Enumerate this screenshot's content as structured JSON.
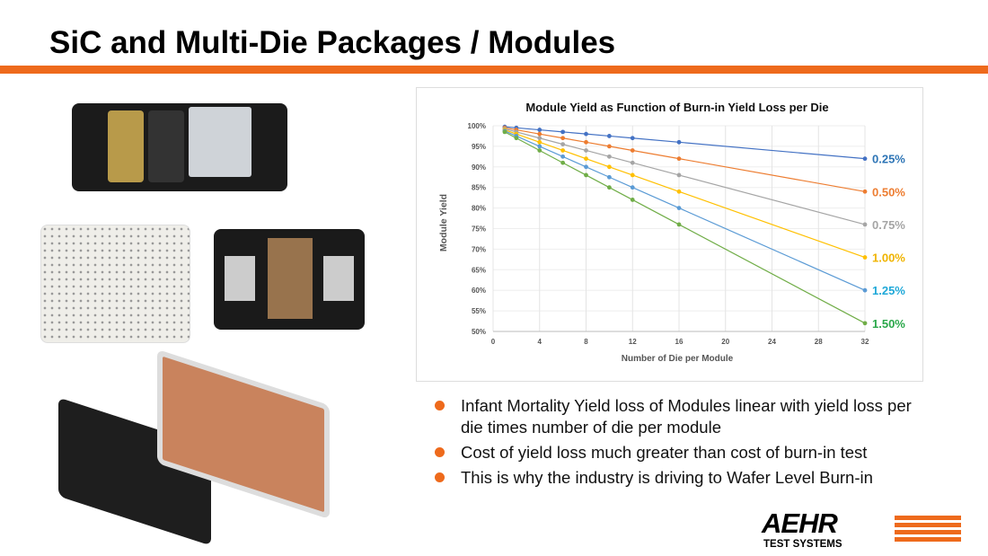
{
  "slide": {
    "title": "SiC and Multi-Die Packages / Modules"
  },
  "bullets": [
    "Infant Mortality Yield loss of Modules linear with yield loss per die times number of die per module",
    "Cost of yield loss much greater than cost of burn-in test",
    "This is why the industry is driving to Wafer Level Burn-in"
  ],
  "logo": {
    "name": "AEHR",
    "subtitle": "TEST SYSTEMS"
  },
  "colors": {
    "accent": "#ee6a1c"
  },
  "chart_data": {
    "type": "line",
    "title": "Module Yield as Function of Burn-in Yield Loss per Die",
    "xlabel": "Number of Die per Module",
    "ylabel": "Module Yield",
    "xlim": [
      0,
      32
    ],
    "ylim": [
      50,
      100
    ],
    "xticks": [
      "0",
      "4",
      "8",
      "12",
      "16",
      "20",
      "24",
      "28",
      "32"
    ],
    "yticks": [
      "50%",
      "55%",
      "60%",
      "65%",
      "70%",
      "75%",
      "80%",
      "85%",
      "90%",
      "95%",
      "100%"
    ],
    "grid": true,
    "x": [
      1,
      2,
      4,
      6,
      8,
      10,
      12,
      16,
      32
    ],
    "series": [
      {
        "name": "0.25%",
        "color": "#4472c4",
        "label_color": "#2e75b6",
        "values": [
          99.75,
          99.5,
          99,
          98.5,
          98,
          97.5,
          97,
          96,
          92
        ]
      },
      {
        "name": "0.50%",
        "color": "#ed7d31",
        "label_color": "#ed7d31",
        "values": [
          99.5,
          99,
          98,
          97,
          96,
          95,
          94,
          92,
          84
        ]
      },
      {
        "name": "0.75%",
        "color": "#a5a5a5",
        "label_color": "#a5a5a5",
        "values": [
          99.25,
          98.5,
          97,
          95.5,
          94,
          92.5,
          91,
          88,
          76
        ]
      },
      {
        "name": "1.00%",
        "color": "#ffc000",
        "label_color": "#f0b400",
        "values": [
          99,
          98,
          96,
          94,
          92,
          90,
          88,
          84,
          68
        ]
      },
      {
        "name": "1.25%",
        "color": "#5b9bd5",
        "label_color": "#1fa8d8",
        "values": [
          98.75,
          97.5,
          95,
          92.5,
          90,
          87.5,
          85,
          80,
          60
        ]
      },
      {
        "name": "1.50%",
        "color": "#70ad47",
        "label_color": "#2aa84a",
        "values": [
          98.5,
          97,
          94,
          91,
          88,
          85,
          82,
          76,
          52
        ]
      }
    ]
  }
}
